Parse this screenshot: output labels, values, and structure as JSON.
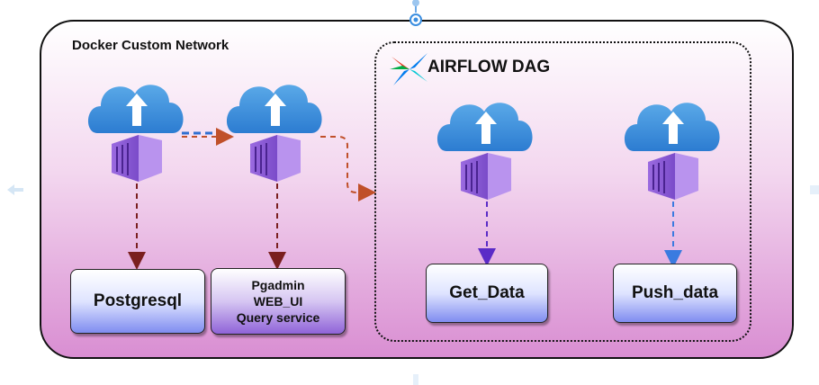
{
  "network": {
    "title": "Docker Custom Network"
  },
  "dag": {
    "title": "AIRFLOW DAG",
    "logo_icon": "airflow-logo-icon"
  },
  "nodes": {
    "postgres": {
      "label": "Postgresql"
    },
    "pgadmin": {
      "line1": "Pgadmin",
      "line2": "WEB_UI",
      "line3": "Query service"
    },
    "get_data": {
      "label": "Get_Data"
    },
    "push_data": {
      "label": "Push_data"
    }
  },
  "icons": {
    "container": "cloud-container-icon"
  },
  "colors": {
    "network_border": "#111111",
    "network_fill_bottom": "#d98ed2",
    "edge_dark_red": "#7a1f1f",
    "edge_orange": "#c0502a",
    "edge_blue_dash": "#2f6fd1",
    "edge_purple": "#5a2bc7",
    "edge_light_blue": "#3a7be0",
    "box_blue_bottom": "#7f8cf0",
    "box_purple_bottom": "#8f63d8"
  }
}
